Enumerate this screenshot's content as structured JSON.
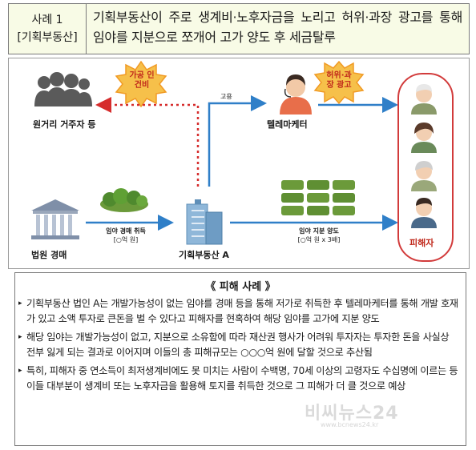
{
  "header": {
    "case_no": "사례 1",
    "case_tag": "[기획부동산]",
    "title": "기획부동산이 주로 생계비·노후자금을 노리고 허위·과장 광고를 통해 임야를 지분으로 쪼개어 고가 양도 후 세금탈루"
  },
  "diagram": {
    "remote_owner_label": "원거리 거주자 등",
    "false_name_burst": "가공 인건비",
    "hire_label": "고용",
    "telemarketer_label": "텔레마케터",
    "ad_burst": "허위·과장 광고",
    "court_label": "법원 경매",
    "acquire_label": "임야 경매 취득",
    "acquire_amount": "[○억 원]",
    "company_label": "기획부동산 A",
    "transfer_label": "임야 지분 양도",
    "transfer_amount": "[○억 원 x 3배]",
    "victim_label": "피해자"
  },
  "damage": {
    "title": "《 피해 사례 》",
    "bullets": [
      "기획부동산 법인 A는 개발가능성이 없는 임야를 경매 등을 통해 저가로 취득한 후 텔레마케터를 통해 개발 호재가 있고 소액 투자로 큰돈을 벌 수 있다고 피해자를 현혹하여 해당 임야를 고가에 지분 양도",
      "해당 임야는 개발가능성이 없고, 지분으로 소유함에 따라 재산권 행사가 어려워 투자자는 투자한 돈을 사실상 전부 잃게 되는 결과로 이어지며 이들의 총 피해규모는 ○○○억 원에 달할 것으로 추산됨",
      "특히, 피해자 중 연소득이 최저생계비에도 못 미치는 사람이 수백명, 70세 이상의 고령자도 수십명에 이르는 등 이들 대부분이 생계비 또는 노후자금을 활용해 토지를 취득한 것으로 그 피해가 더 클 것으로 예상"
    ]
  },
  "watermark": {
    "text": "비씨뉴스24",
    "url": "www.bcnews24.kr"
  },
  "colors": {
    "header_bg": "#f8fbe6",
    "arrow_red": "#d62d2d",
    "arrow_blue": "#2f7fc8",
    "burst_orange": "#f5a623",
    "victim_border": "#d23b3b"
  }
}
